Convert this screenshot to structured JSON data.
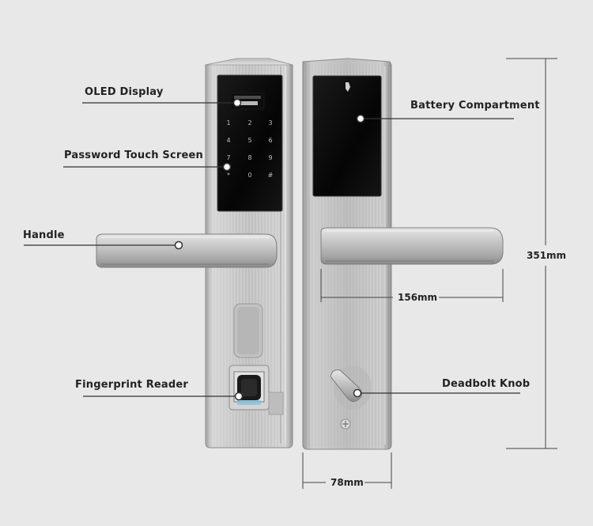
{
  "callouts": {
    "oled_display": "OLED Display",
    "password_touch_screen": "Password Touch Screen",
    "handle": "Handle",
    "fingerprint_reader": "Fingerprint Reader",
    "battery_compartment": "Battery Compartment",
    "deadbolt_knob": "Deadbolt Knob"
  },
  "dimensions": {
    "height": "351mm",
    "handle_length": "156mm",
    "plate_width": "78mm"
  },
  "keypad": {
    "keys": [
      "1",
      "2",
      "3",
      "4",
      "5",
      "6",
      "7",
      "8",
      "9",
      "*",
      "0",
      "#"
    ]
  },
  "colors": {
    "background": "#e8e8e8",
    "steel_light": "#d2d2d2",
    "steel_dark": "#8c8c8c",
    "glass": "#0a0a0a",
    "callout_line": "#333333"
  }
}
